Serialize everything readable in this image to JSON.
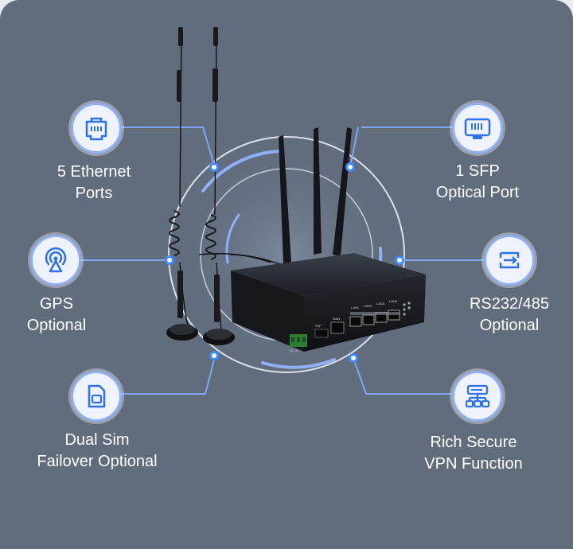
{
  "features": {
    "ethernet": {
      "icon": "ethernet-port-icon",
      "line1": "5 Ethernet",
      "line2": "Ports"
    },
    "sfp": {
      "icon": "sfp-port-icon",
      "line1": "1 SFP",
      "line2": "Optical Port"
    },
    "gps": {
      "icon": "gps-antenna-icon",
      "line1": "GPS",
      "line2": "Optional"
    },
    "serial": {
      "icon": "serial-port-icon",
      "line1": "RS232/485",
      "line2": "Optional"
    },
    "sim": {
      "icon": "sim-card-icon",
      "line1": "Dual Sim",
      "line2": "Failover Optional"
    },
    "vpn": {
      "icon": "network-topology-icon",
      "line1": "Rich Secure",
      "line2": "VPN Function"
    }
  },
  "product_labels": {
    "port_lan_1": "LAN1",
    "port_lan_2": "LAN2",
    "port_lan_3": "LAN3",
    "port_lan_4": "LAN4",
    "port_wan": "WAN",
    "port_sfp": "SFP",
    "port_console": "DC IN"
  },
  "colors": {
    "background": "#616c7c",
    "accent": "#3d8bff",
    "icon_fill": "#eef3ff",
    "icon_stroke": "#2f72e8",
    "text": "#ffffff"
  }
}
